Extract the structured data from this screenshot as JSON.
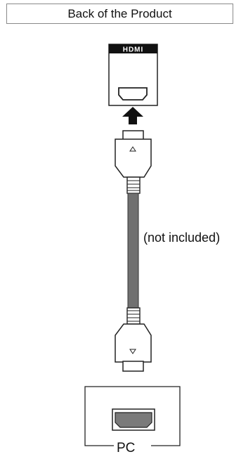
{
  "header": {
    "title": "Back of the Product"
  },
  "port": {
    "logo_text": "HDMI"
  },
  "cable": {
    "label": "(not included)"
  },
  "device": {
    "label": "PC"
  },
  "icons": {
    "hdmi_port": "hdmi-port-icon",
    "direction_arrow": "arrow-up-icon",
    "connector_top": "hdmi-connector-icon",
    "connector_bottom": "hdmi-connector-icon"
  },
  "colors": {
    "cable": "#707070",
    "port_fill": "#7a7a7a",
    "outline": "#222222"
  }
}
